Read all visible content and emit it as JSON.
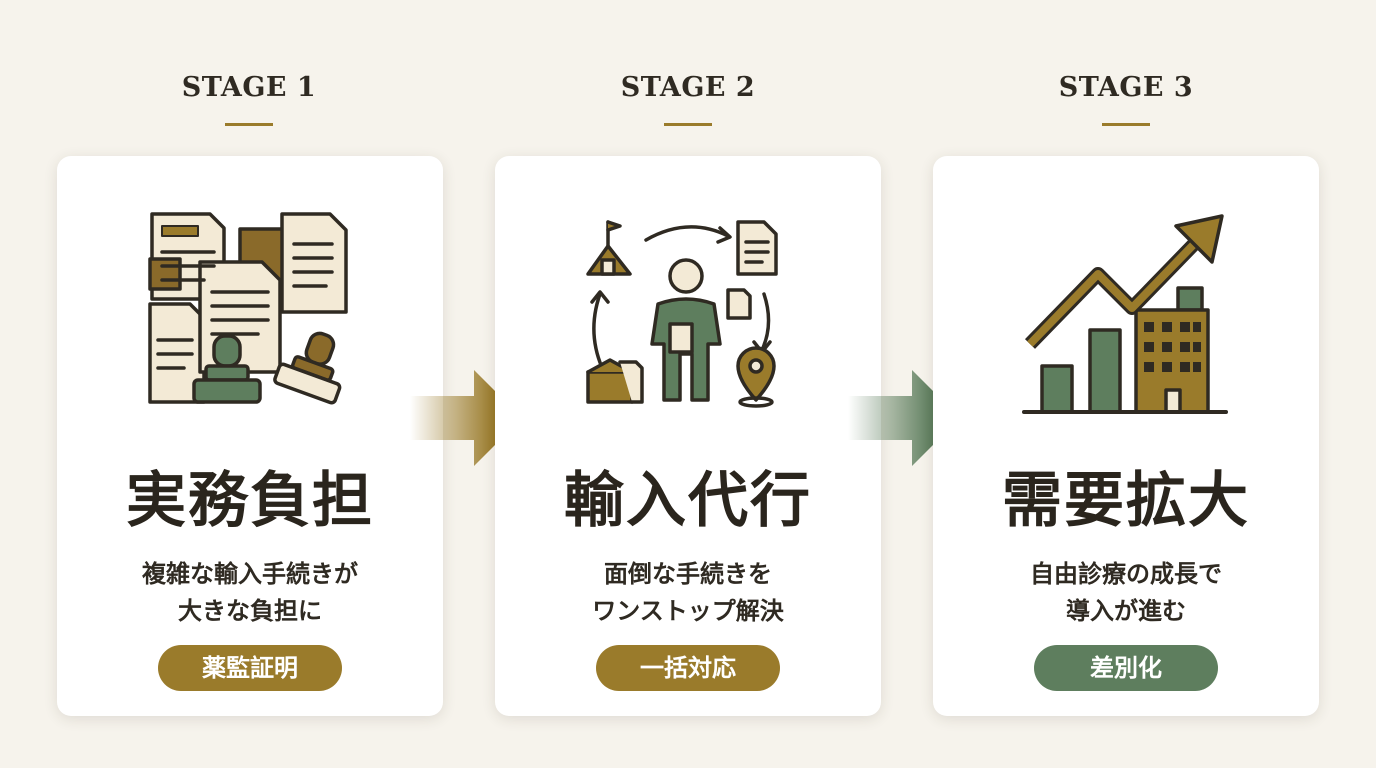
{
  "colors": {
    "background": "#f6f3ec",
    "card": "#ffffff",
    "gold": "#9a7b2b",
    "green": "#5e7e5e",
    "ink": "#2a251d"
  },
  "stages": [
    {
      "label": "STAGE 1",
      "icon": "documents-and-stamps-icon",
      "title": "実務負担",
      "desc_lines": [
        "複雑な輸入手続きが",
        "大きな負担に"
      ],
      "badge": "薬監証明",
      "badge_color": "#9a7b2b"
    },
    {
      "label": "STAGE 2",
      "icon": "agent-delegation-cycle-icon",
      "title": "輸入代行",
      "desc_lines": [
        "面倒な手続きを",
        "ワンストップ解決"
      ],
      "badge": "一括対応",
      "badge_color": "#9a7b2b"
    },
    {
      "label": "STAGE 3",
      "icon": "growth-chart-building-icon",
      "title": "需要拡大",
      "desc_lines": [
        "自由診療の成長で",
        "導入が進む"
      ],
      "badge": "差別化",
      "badge_color": "#5e7e5e"
    }
  ],
  "arrows": [
    {
      "icon": "right-arrow-icon",
      "color": "#9a7b2b"
    },
    {
      "icon": "right-arrow-icon",
      "color": "#5e7e5e"
    }
  ]
}
